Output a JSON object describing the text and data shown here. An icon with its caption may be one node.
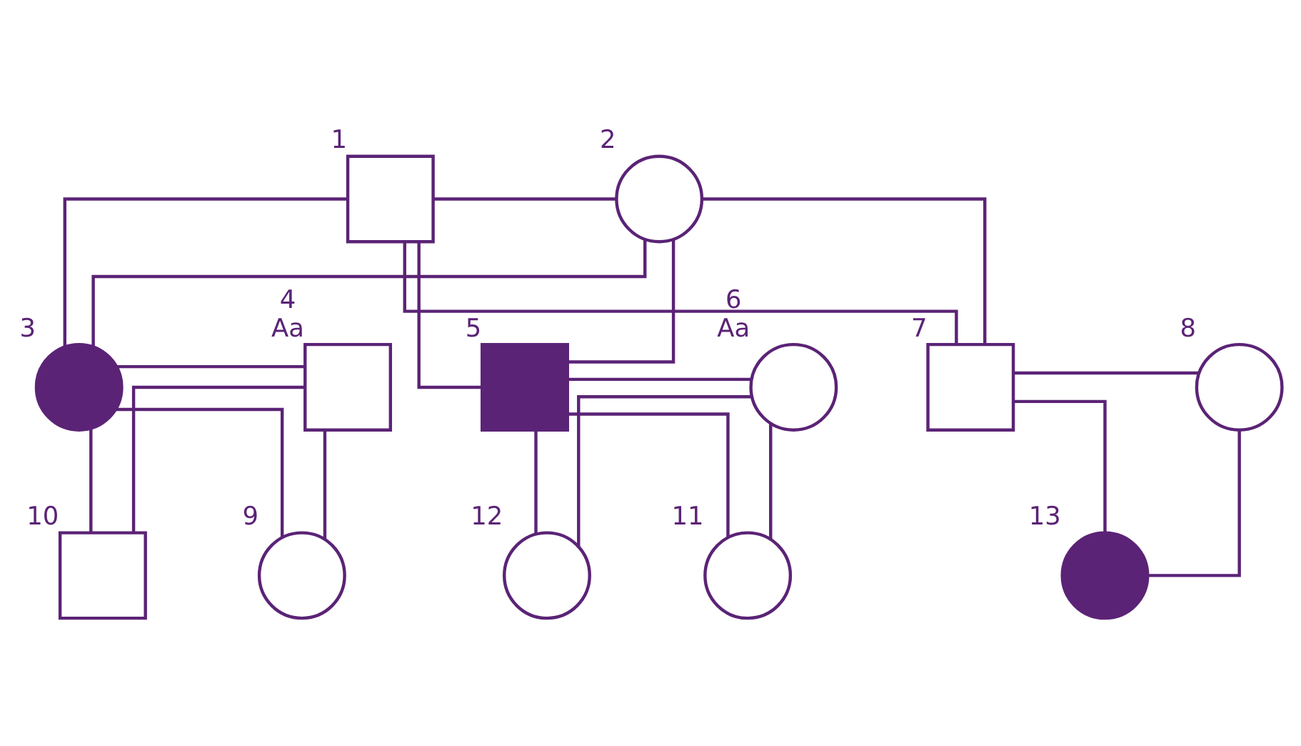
{
  "diagram": {
    "nodes": [
      {
        "text": [],
        "shape": "box",
        "beside": [
          "1"
        ]
      },
      {
        "text": [],
        "shape": "circle",
        "beside": [
          "2"
        ]
      },
      {
        "text": [],
        "shape": "circle",
        "beside": [
          "3"
        ]
      },
      {
        "text": [],
        "shape": "box",
        "beside": [
          "4",
          "Aa"
        ]
      },
      {
        "text": [],
        "shape": "box",
        "beside": [
          "5"
        ]
      },
      {
        "text": [],
        "shape": "circle",
        "beside": [
          "6",
          "Aa"
        ]
      },
      {
        "text": [],
        "shape": "box",
        "beside": [
          "7"
        ]
      },
      {
        "text": [],
        "shape": "circle",
        "beside": [
          "8"
        ]
      },
      {
        "text": [],
        "shape": "circle",
        "beside": [
          "9"
        ]
      },
      {
        "text": [],
        "shape": "box",
        "beside": [
          "10"
        ]
      },
      {
        "text": [],
        "shape": "circle",
        "beside": [
          "11"
        ]
      },
      {
        "text": [],
        "shape": "circle",
        "beside": [
          "12"
        ]
      },
      {
        "text": [],
        "shape": "circle",
        "beside": [
          "13"
        ]
      }
    ],
    "edges": [
      {
        "from": 0,
        "to": 1,
        "arrow": "none"
      },
      {
        "from": 0,
        "to": 2,
        "arrow": "none"
      },
      {
        "from": 1,
        "to": 2,
        "arrow": "none"
      },
      {
        "from": 0,
        "to": 4,
        "arrow": "none"
      },
      {
        "from": 1,
        "to": 4,
        "arrow": "none"
      },
      {
        "from": 0,
        "to": 6,
        "arrow": "none"
      },
      {
        "from": 1,
        "to": 6,
        "arrow": "none"
      },
      {
        "from": 2,
        "to": 3,
        "arrow": "none"
      },
      {
        "from": 4,
        "to": 5,
        "arrow": "none"
      },
      {
        "from": 6,
        "to": 7,
        "arrow": "none"
      },
      {
        "from": 2,
        "to": 8,
        "arrow": "none"
      },
      {
        "from": 3,
        "to": 8,
        "arrow": "none"
      },
      {
        "from": 2,
        "to": 9,
        "arrow": "none"
      },
      {
        "from": 3,
        "to": 9,
        "arrow": "none"
      },
      {
        "from": 4,
        "to": 10,
        "arrow": "none"
      },
      {
        "from": 5,
        "to": 10,
        "arrow": "none"
      },
      {
        "from": 4,
        "to": 11,
        "arrow": "none"
      },
      {
        "from": 5,
        "to": 11,
        "arrow": "none"
      },
      {
        "from": 6,
        "to": 12,
        "arrow": "none"
      },
      {
        "from": 7,
        "to": 12,
        "arrow": "none"
      }
    ]
  }
}
